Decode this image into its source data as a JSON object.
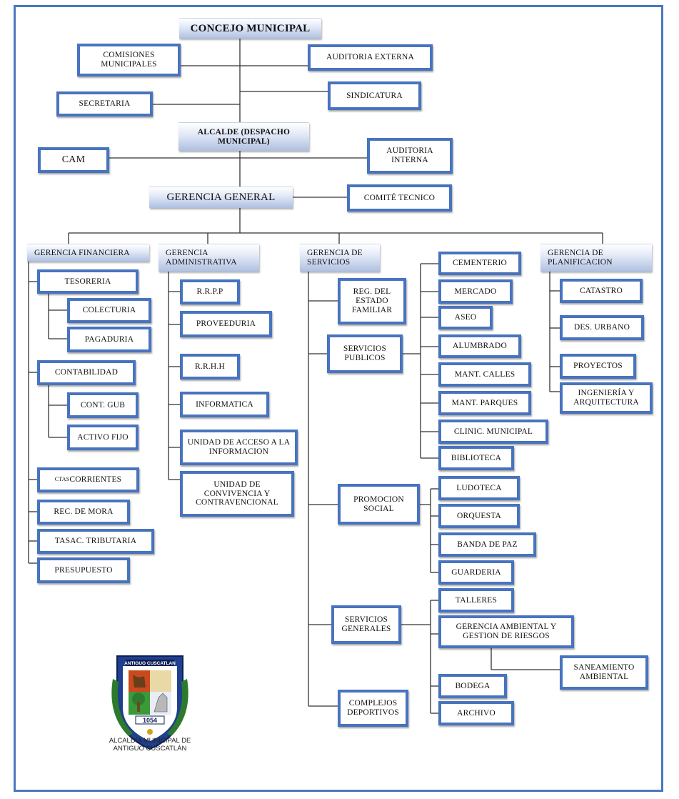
{
  "top": {
    "concejo": "CONCEJO MUNICIPAL",
    "comisiones": "COMISIONES MUNICIPALES",
    "auditoria_externa": "AUDITORIA EXTERNA",
    "secretaria": "SECRETARIA",
    "sindicatura": "SINDICATURA",
    "alcalde": "ALCALDE (DESPACHO MUNICIPAL)",
    "cam": "CAM",
    "auditoria_interna": "AUDITORIA INTERNA",
    "gerencia_general": "GERENCIA GENERAL",
    "comite_tecnico": "COMITÉ TECNICO"
  },
  "financiera": {
    "title": "GERENCIA FINANCIERA",
    "tesoreria": "TESORERIA",
    "colecturia": "COLECTURIA",
    "pagaduria": "PAGADURIA",
    "contabilidad": "CONTABILIDAD",
    "cont_gub": "CONT. GUB",
    "activo_fijo": "ACTIVO FIJO",
    "ctas_small": "CTAS",
    "ctas_rest": " CORRIENTES",
    "rec_mora": "REC. DE MORA",
    "tasac": "TASAC. TRIBUTARIA",
    "presupuesto": "PRESUPUESTO"
  },
  "administrativa": {
    "title": "GERENCIA ADMINISTRATIVA",
    "rrpp": "R.R.P.P",
    "proveeduria": "PROVEEDURIA",
    "rrhh": "R.R.H.H",
    "informatica": "INFORMATICA",
    "acceso": "UNIDAD DE ACCESO A LA INFORMACION",
    "convivencia": "UNIDAD DE CONVIVENCIA Y CONTRAVENCIONAL"
  },
  "servicios": {
    "title": "GERENCIA DE SERVICIOS",
    "reg_estado": "REG. DEL ESTADO FAMILIAR",
    "publicos": "SERVICIOS PUBLICOS",
    "cementerio": "CEMENTERIO",
    "mercado": "MERCADO",
    "aseo": "ASEO",
    "alumbrado": "ALUMBRADO",
    "mant_calles": "MANT. CALLES",
    "mant_parques": "MANT. PARQUES",
    "clinic": "CLINIC. MUNICIPAL",
    "biblioteca": "BIBLIOTECA",
    "promocion": "PROMOCION SOCIAL",
    "ludoteca": "LUDOTECA",
    "orquesta": "ORQUESTA",
    "banda": "BANDA DE PAZ",
    "guarderia": "GUARDERIA",
    "generales": "SERVICIOS GENERALES",
    "talleres": "TALLERES",
    "ambiental": "GERENCIA AMBIENTAL Y GESTION DE RIESGOS",
    "saneamiento": "SANEAMIENTO AMBIENTAL",
    "bodega": "BODEGA",
    "archivo": "ARCHIVO",
    "complejos": "COMPLEJOS DEPORTIVOS"
  },
  "planificacion": {
    "title": "GERENCIA DE PLANIFICACION",
    "catastro": "CATASTRO",
    "des_urbano": "DES. URBANO",
    "proyectos": "PROYECTOS",
    "ingenieria": "INGENIERÍA Y ARQUITECTURA"
  },
  "logo": {
    "banner": "ANTIGUO CUSCATLAN",
    "year": "1054",
    "caption_line1": "ALCALDÍA MUNICIPAL DE",
    "caption_line2": "ANTIGUO CUSCATLÁN"
  },
  "colors": {
    "border": "#4874bf",
    "frame": "#4a78c0",
    "header_gradient": "#aebfe0",
    "lines": "#333333"
  }
}
